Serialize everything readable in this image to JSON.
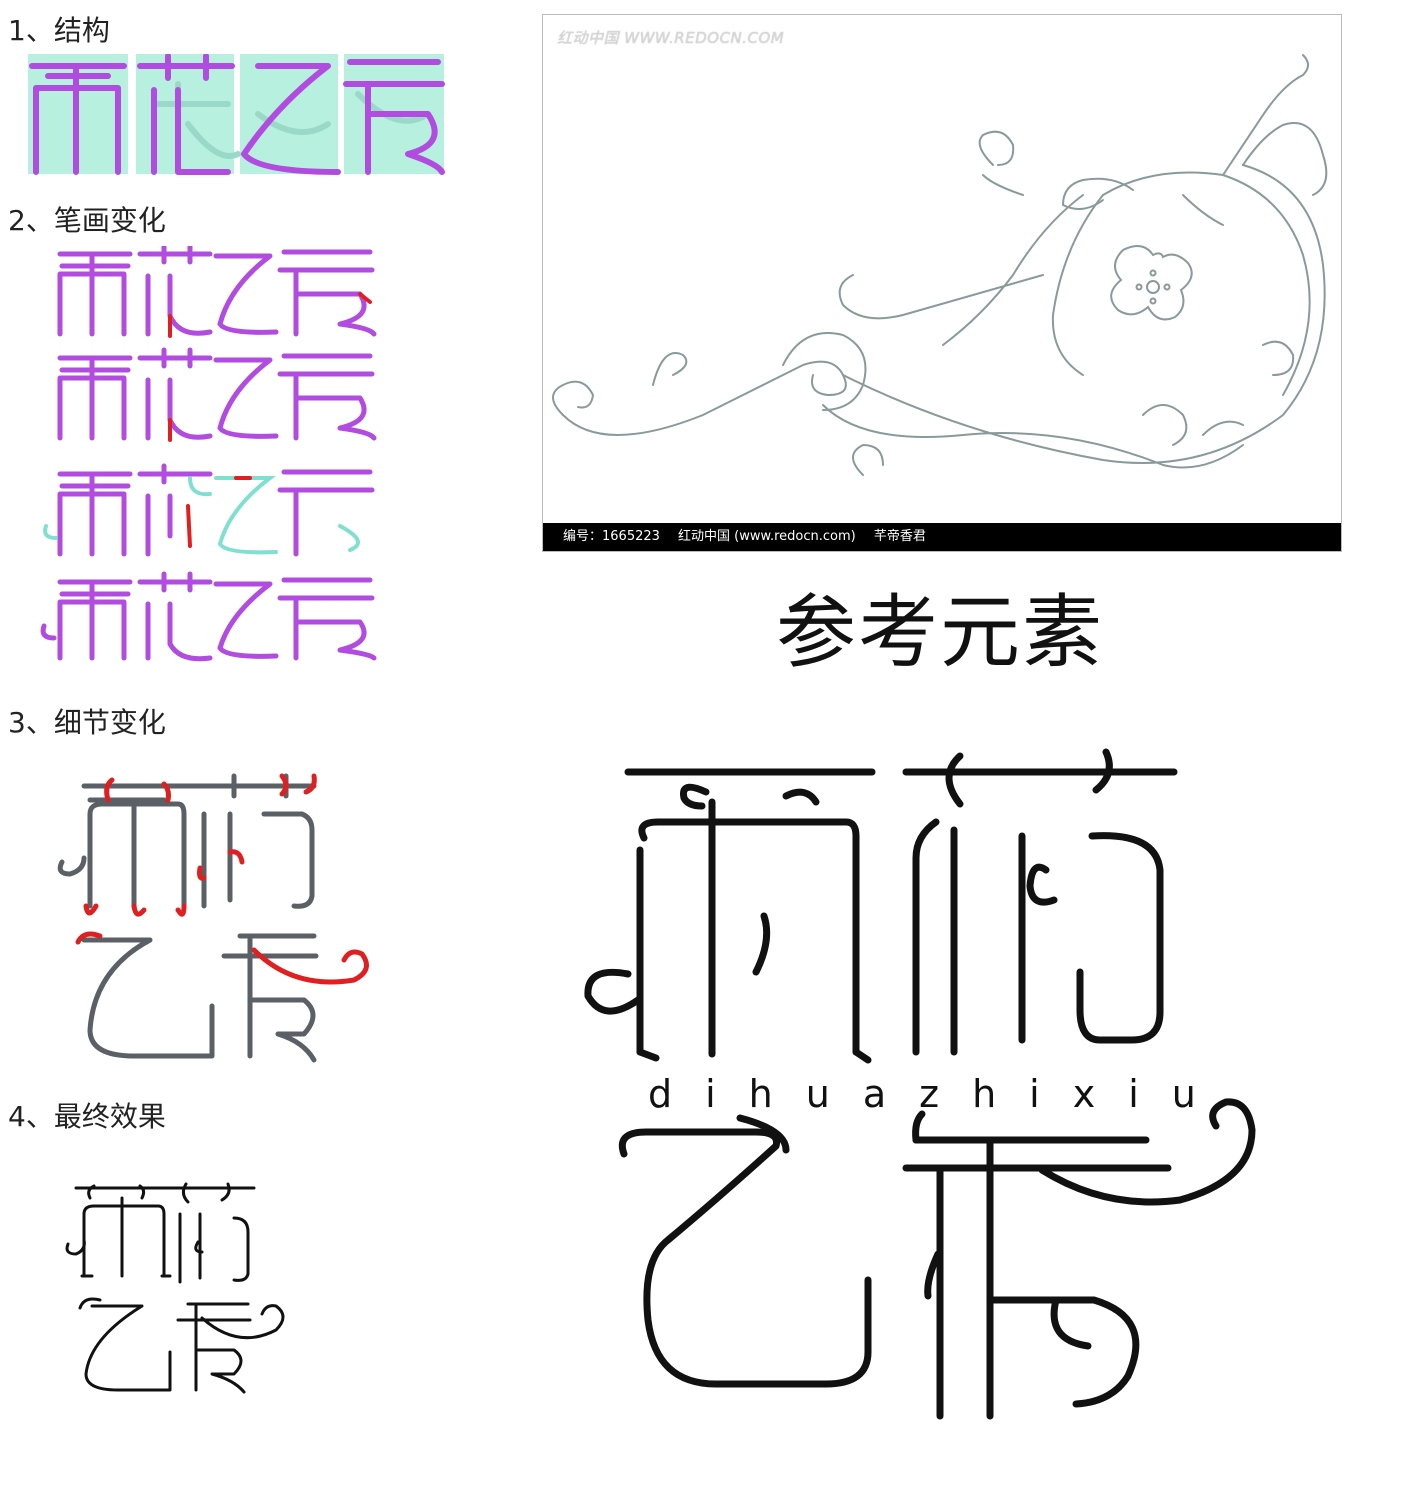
{
  "steps": [
    {
      "label": "1、结构"
    },
    {
      "label": "2、笔画变化"
    },
    {
      "label": "3、细节变化"
    },
    {
      "label": "4、最终效果"
    }
  ],
  "reference": {
    "watermark": "红动中国 WWW.REDOCN.COM",
    "caption_id": "编号：1665223",
    "caption_site": "红动中国 (www.redocn.com)",
    "caption_author": "芊帝香君",
    "title": "参考元素"
  },
  "pinyin": "dihuazhixiu",
  "colors": {
    "structure_bg": "#b8f0e0",
    "stroke_purple": "#b24be0",
    "stroke_red": "#e02020",
    "stroke_cyan": "#7fe0d0",
    "detail_gray": "#5a6065",
    "final_black": "#111111",
    "ornament": "#8a9a9a"
  }
}
